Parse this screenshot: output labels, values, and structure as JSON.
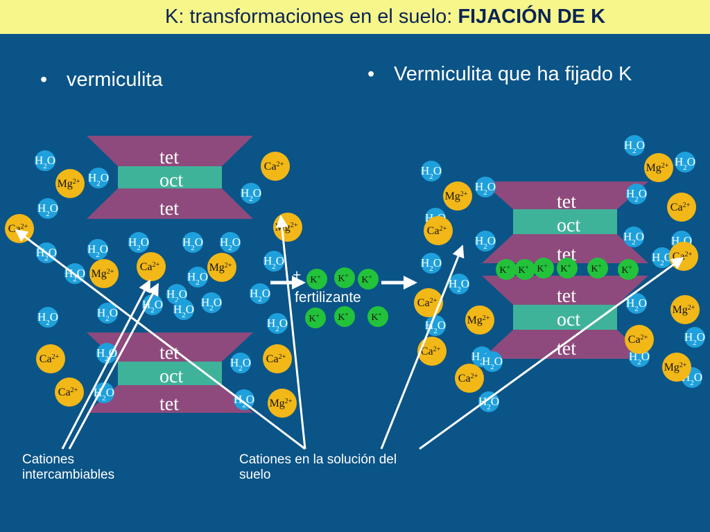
{
  "title": {
    "normal": "K: transformaciones en el suelo: ",
    "bold": "FIJACIÓN DE K"
  },
  "bullets": [
    {
      "dot": "•",
      "text": "vermiculita"
    },
    {
      "dot": "•",
      "text": "Vermiculita que ha fijado K"
    }
  ],
  "layer_labels": {
    "tet": "tet",
    "oct": "oct"
  },
  "ions": {
    "water": "H2O",
    "water_main": "H",
    "water_sub": "2",
    "water_end": "O",
    "ca_main": "Ca",
    "mg_main": "Mg",
    "k_main": "K",
    "charge2": "2+",
    "charge1": "+"
  },
  "plus_sign": "+",
  "fertilizer_label": "fertilizante",
  "captions": {
    "exchangeable": [
      "Cationes",
      "intercambiables"
    ],
    "solution": [
      "Cationes en la solución del",
      "suelo"
    ]
  },
  "colors": {
    "background": "#0b5487",
    "title_bar": "#f6f68a",
    "title_text": "#0b2455",
    "tetrahedral": "#8e4a7c",
    "octahedral": "#3fb39a",
    "water": "#1ea0dc",
    "calcium": "#f2b817",
    "magnesium": "#f2b817",
    "potassium": "#23c23b",
    "arrow": "#ffffff"
  }
}
